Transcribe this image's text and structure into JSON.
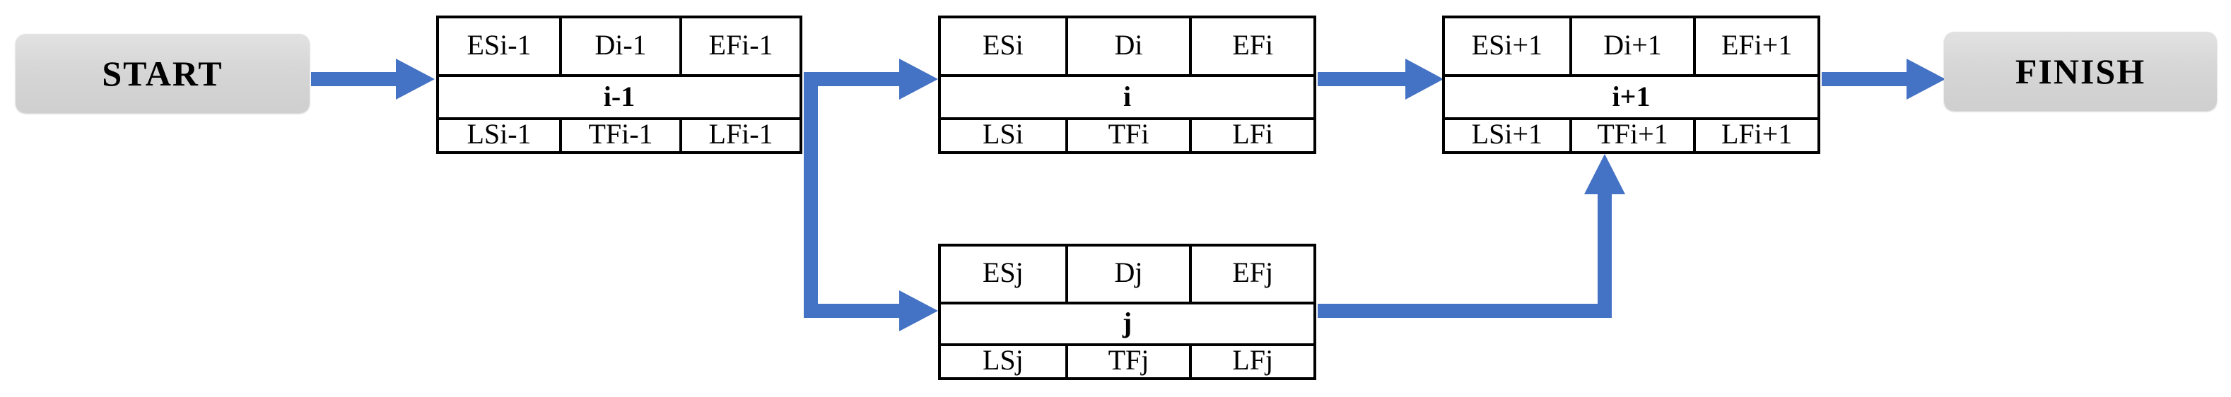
{
  "diagram": {
    "title": "Precedence Diagram Method activity-on-node network notation",
    "accent_color": "#4472C4",
    "node_border_color": "#000000",
    "terminator_fill": "#D9D9D9"
  },
  "terminators": {
    "start": {
      "label": "START"
    },
    "finish": {
      "label": "FINISH"
    }
  },
  "nodes": [
    {
      "id": "i-1",
      "name": "i-1",
      "top_row": [
        "ESi-1",
        "Di-1",
        "EFi-1"
      ],
      "bottom_row": [
        "LSi-1",
        "TFi-1",
        "LFi-1"
      ]
    },
    {
      "id": "i",
      "name": "i",
      "top_row": [
        "ESi",
        "Di",
        "EFi"
      ],
      "bottom_row": [
        "LSi",
        "TFi",
        "LFi"
      ]
    },
    {
      "id": "i+1",
      "name": "i+1",
      "top_row": [
        "ESi+1",
        "Di+1",
        "EFi+1"
      ],
      "bottom_row": [
        "LSi+1",
        "TFi+1",
        "LFi+1"
      ]
    },
    {
      "id": "j",
      "name": "j",
      "top_row": [
        "ESj",
        "Dj",
        "EFj"
      ],
      "bottom_row": [
        "LSj",
        "TFj",
        "LFj"
      ]
    }
  ],
  "arrows": [
    {
      "id": "start-to-i-1",
      "from": "START",
      "to": "i-1",
      "direction": "right"
    },
    {
      "id": "i-1-to-i",
      "from": "i-1",
      "to": "i",
      "direction": "right"
    },
    {
      "id": "i-1-to-j",
      "from": "i-1",
      "to": "j",
      "direction": "right"
    },
    {
      "id": "i-to-i+1",
      "from": "i",
      "to": "i+1",
      "direction": "right"
    },
    {
      "id": "j-to-i+1",
      "from": "j",
      "to": "i+1",
      "direction": "up"
    },
    {
      "id": "i+1-to-finish",
      "from": "i+1",
      "to": "FINISH",
      "direction": "right"
    }
  ]
}
